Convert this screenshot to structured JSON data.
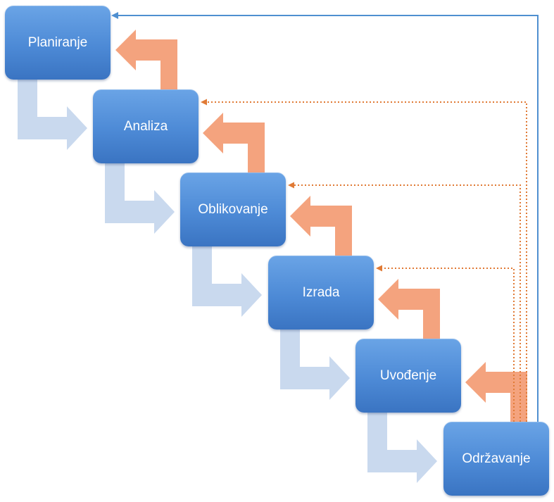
{
  "diagram": {
    "phases": [
      {
        "label": "Planiranje"
      },
      {
        "label": "Analiza"
      },
      {
        "label": "Oblikovanje"
      },
      {
        "label": "Izrada"
      },
      {
        "label": "Uvođenje"
      },
      {
        "label": "Održavanje"
      }
    ],
    "colors": {
      "box": "#4d8ad6",
      "forward_arrow": "#c9d9ee",
      "back_arrow": "#f4a37e",
      "feedback_dotted": "#e07a35",
      "return_line": "#4f8fd0"
    }
  }
}
